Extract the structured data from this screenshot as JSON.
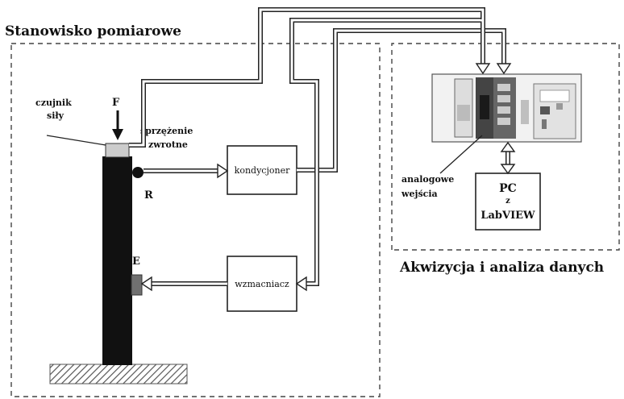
{
  "regions": {
    "measurement_station": "Stanowisko pomiarowe",
    "acquisition": "Akwizycja i analiza danych"
  },
  "labels": {
    "force_sensor": [
      "czujnik",
      "siły"
    ],
    "force": "F",
    "feedback": [
      "sprzężenie",
      "zwrotne"
    ],
    "sensor_r": "R",
    "exciter_e": "E",
    "analog_inputs": [
      "analogowe",
      "wejścia"
    ]
  },
  "blocks": {
    "conditioner": "kondycjoner",
    "amplifier": "wzmacniacz",
    "pc": [
      "PC",
      "z",
      "LabVIEW"
    ]
  },
  "colors": {
    "beam": "#111111",
    "sensor_cap": "#cccccc",
    "exciter": "#707070",
    "ground_hatch": "#555555"
  }
}
